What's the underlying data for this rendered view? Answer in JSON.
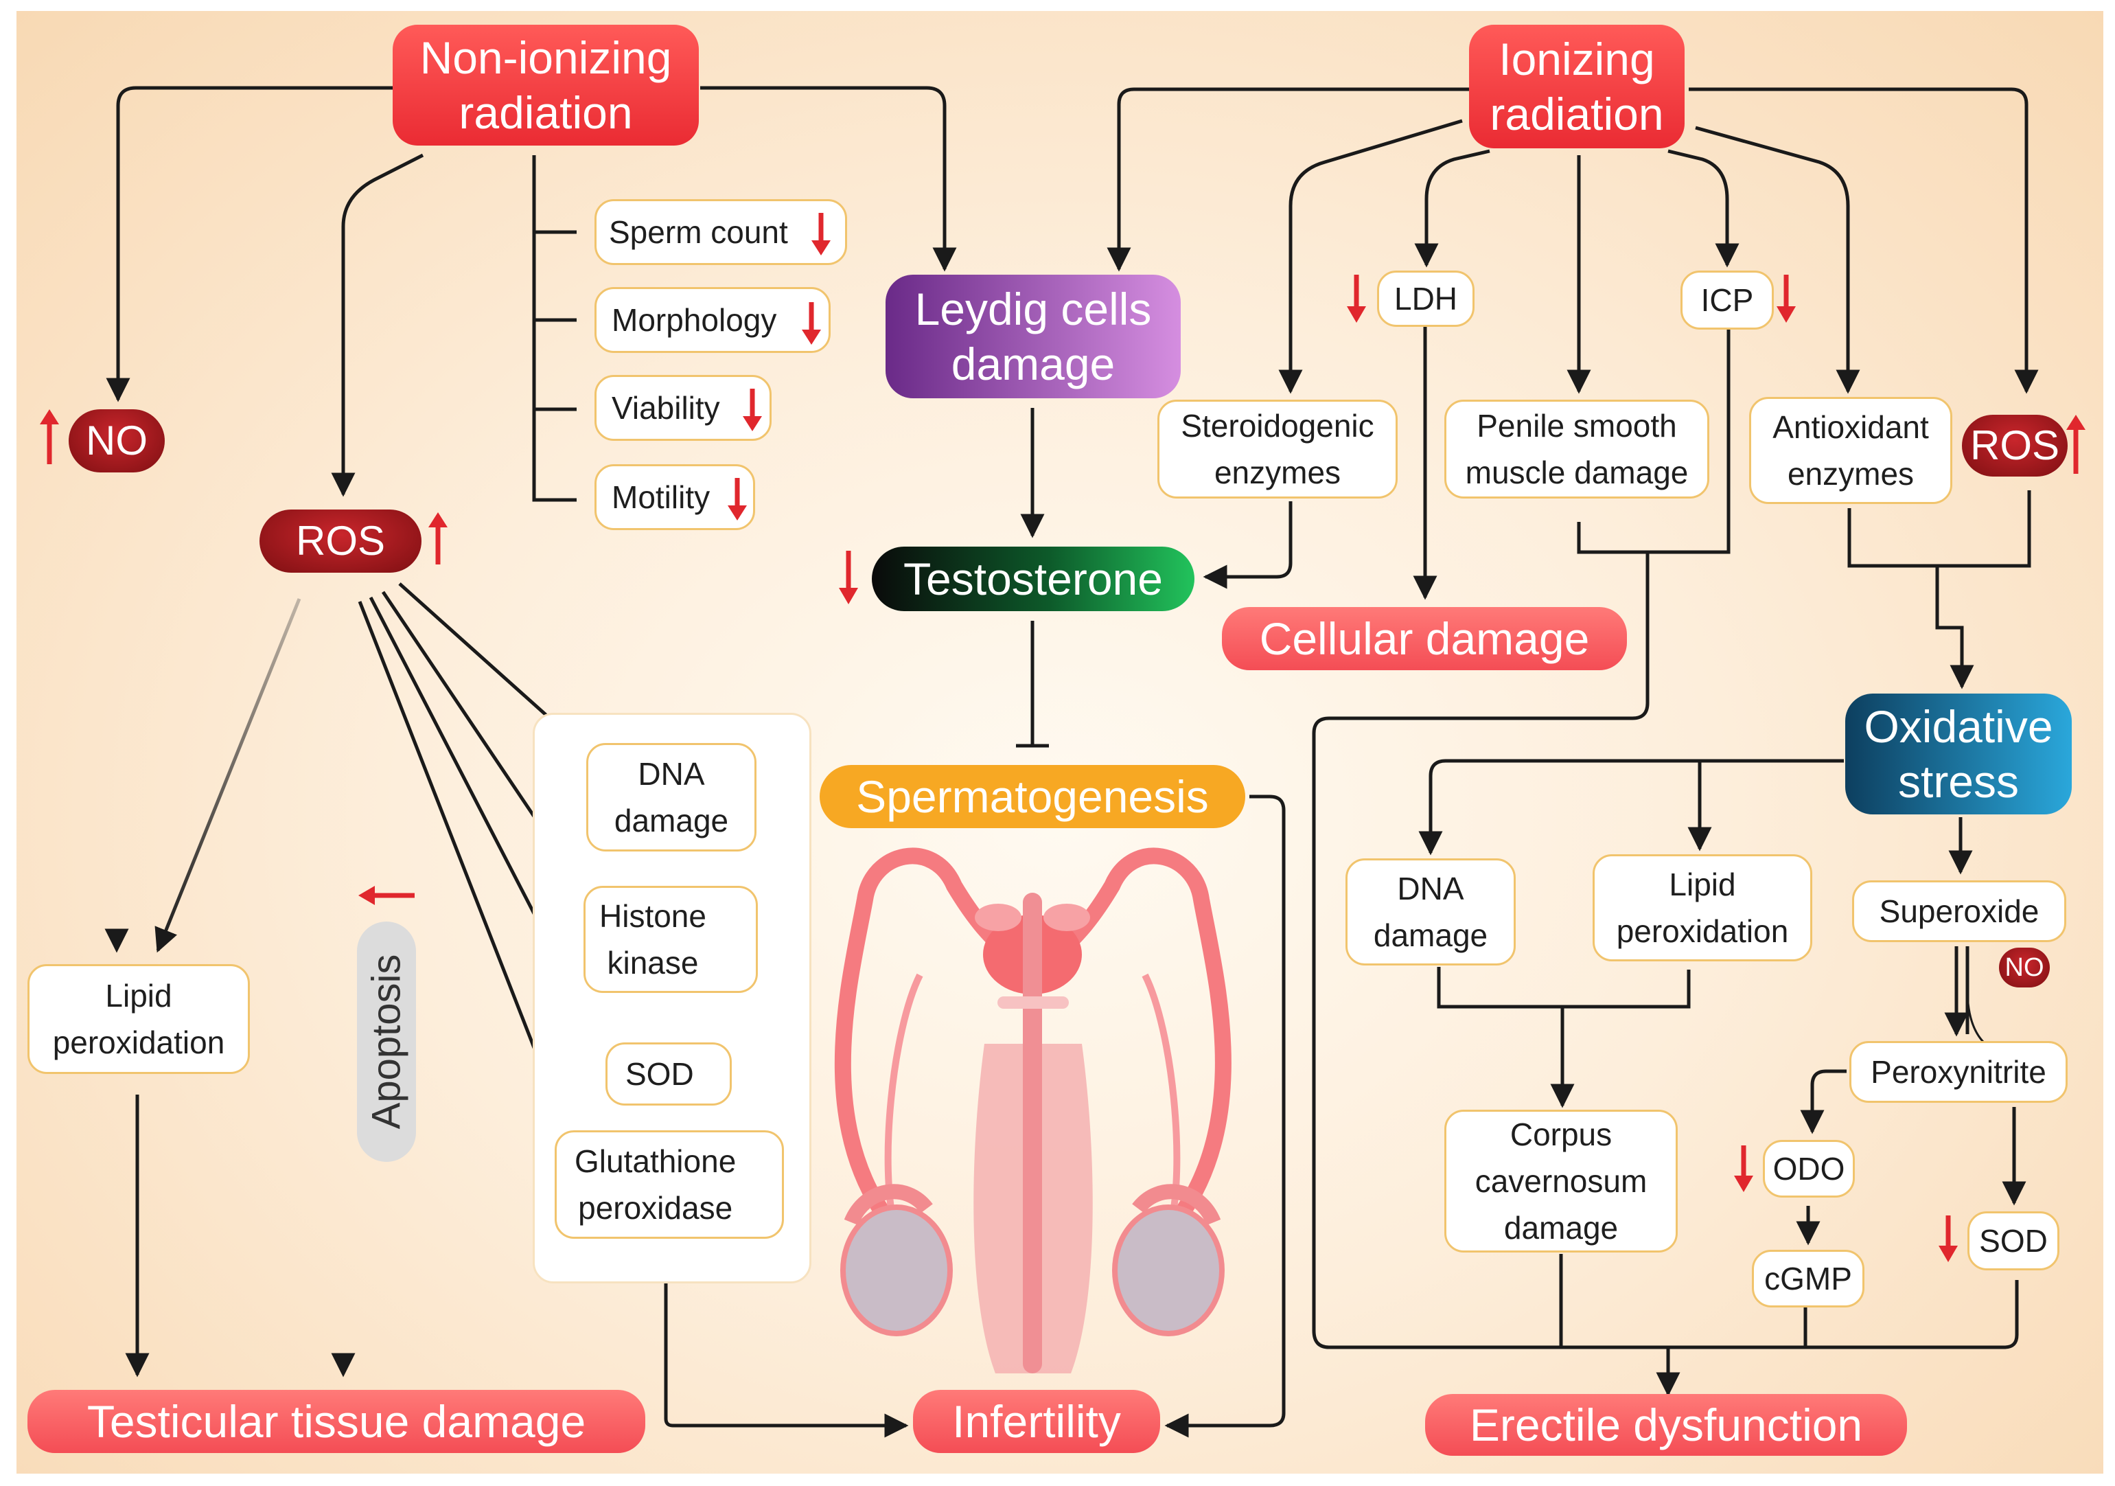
{
  "sources": {
    "non_ionizing": "Non-ionizing\nradiation",
    "ionizing": "Ionizing\nradiation"
  },
  "sperm_params": [
    "Sperm count",
    "Morphology",
    "Viability",
    "Motility"
  ],
  "left": {
    "no": "NO",
    "ros": "ROS",
    "lipid_peroxidation": "Lipid\nperoxidation",
    "apoptosis": "Apoptosis",
    "testicular_damage": "Testicular tissue damage"
  },
  "ros_targets": {
    "dna": "DNA\ndamage",
    "histone": "Histone\nkinase",
    "sod": "SOD",
    "glutathione": "Glutathione\nperoxidase"
  },
  "center": {
    "leydig": "Leydig cells\ndamage",
    "testosterone": "Testosterone",
    "spermatogenesis": "Spermatogenesis",
    "infertility": "Infertility"
  },
  "ionizing_effects": {
    "ldh": "LDH",
    "icp": "ICP",
    "steroidogenic": "Steroidogenic\nenzymes",
    "penile": "Penile smooth\nmuscle damage",
    "antioxidant": "Antioxidant\nenzymes",
    "ros": "ROS",
    "cellular": "Cellular damage"
  },
  "oxidative": {
    "title": "Oxidative\nstress",
    "dna": "DNA\ndamage",
    "lipid": "Lipid\nperoxidation",
    "superoxide": "Superoxide",
    "no": "NO",
    "peroxynitrite": "Peroxynitrite",
    "corpus": "Corpus\ncavernosum\ndamage",
    "odo": "ODO",
    "cgmp": "cGMP",
    "sod": "SOD",
    "erectile": "Erectile dysfunction"
  },
  "colors": {
    "red": "#ea2b33",
    "salmon": "#f44d55",
    "dark_red": "#8b1418",
    "purple": "#8a3fa0",
    "green": "#14a14a",
    "orange": "#f7a823",
    "blue": "#1d8fc0",
    "box_border": "#f1c46d",
    "indicator": "#e0272d"
  }
}
